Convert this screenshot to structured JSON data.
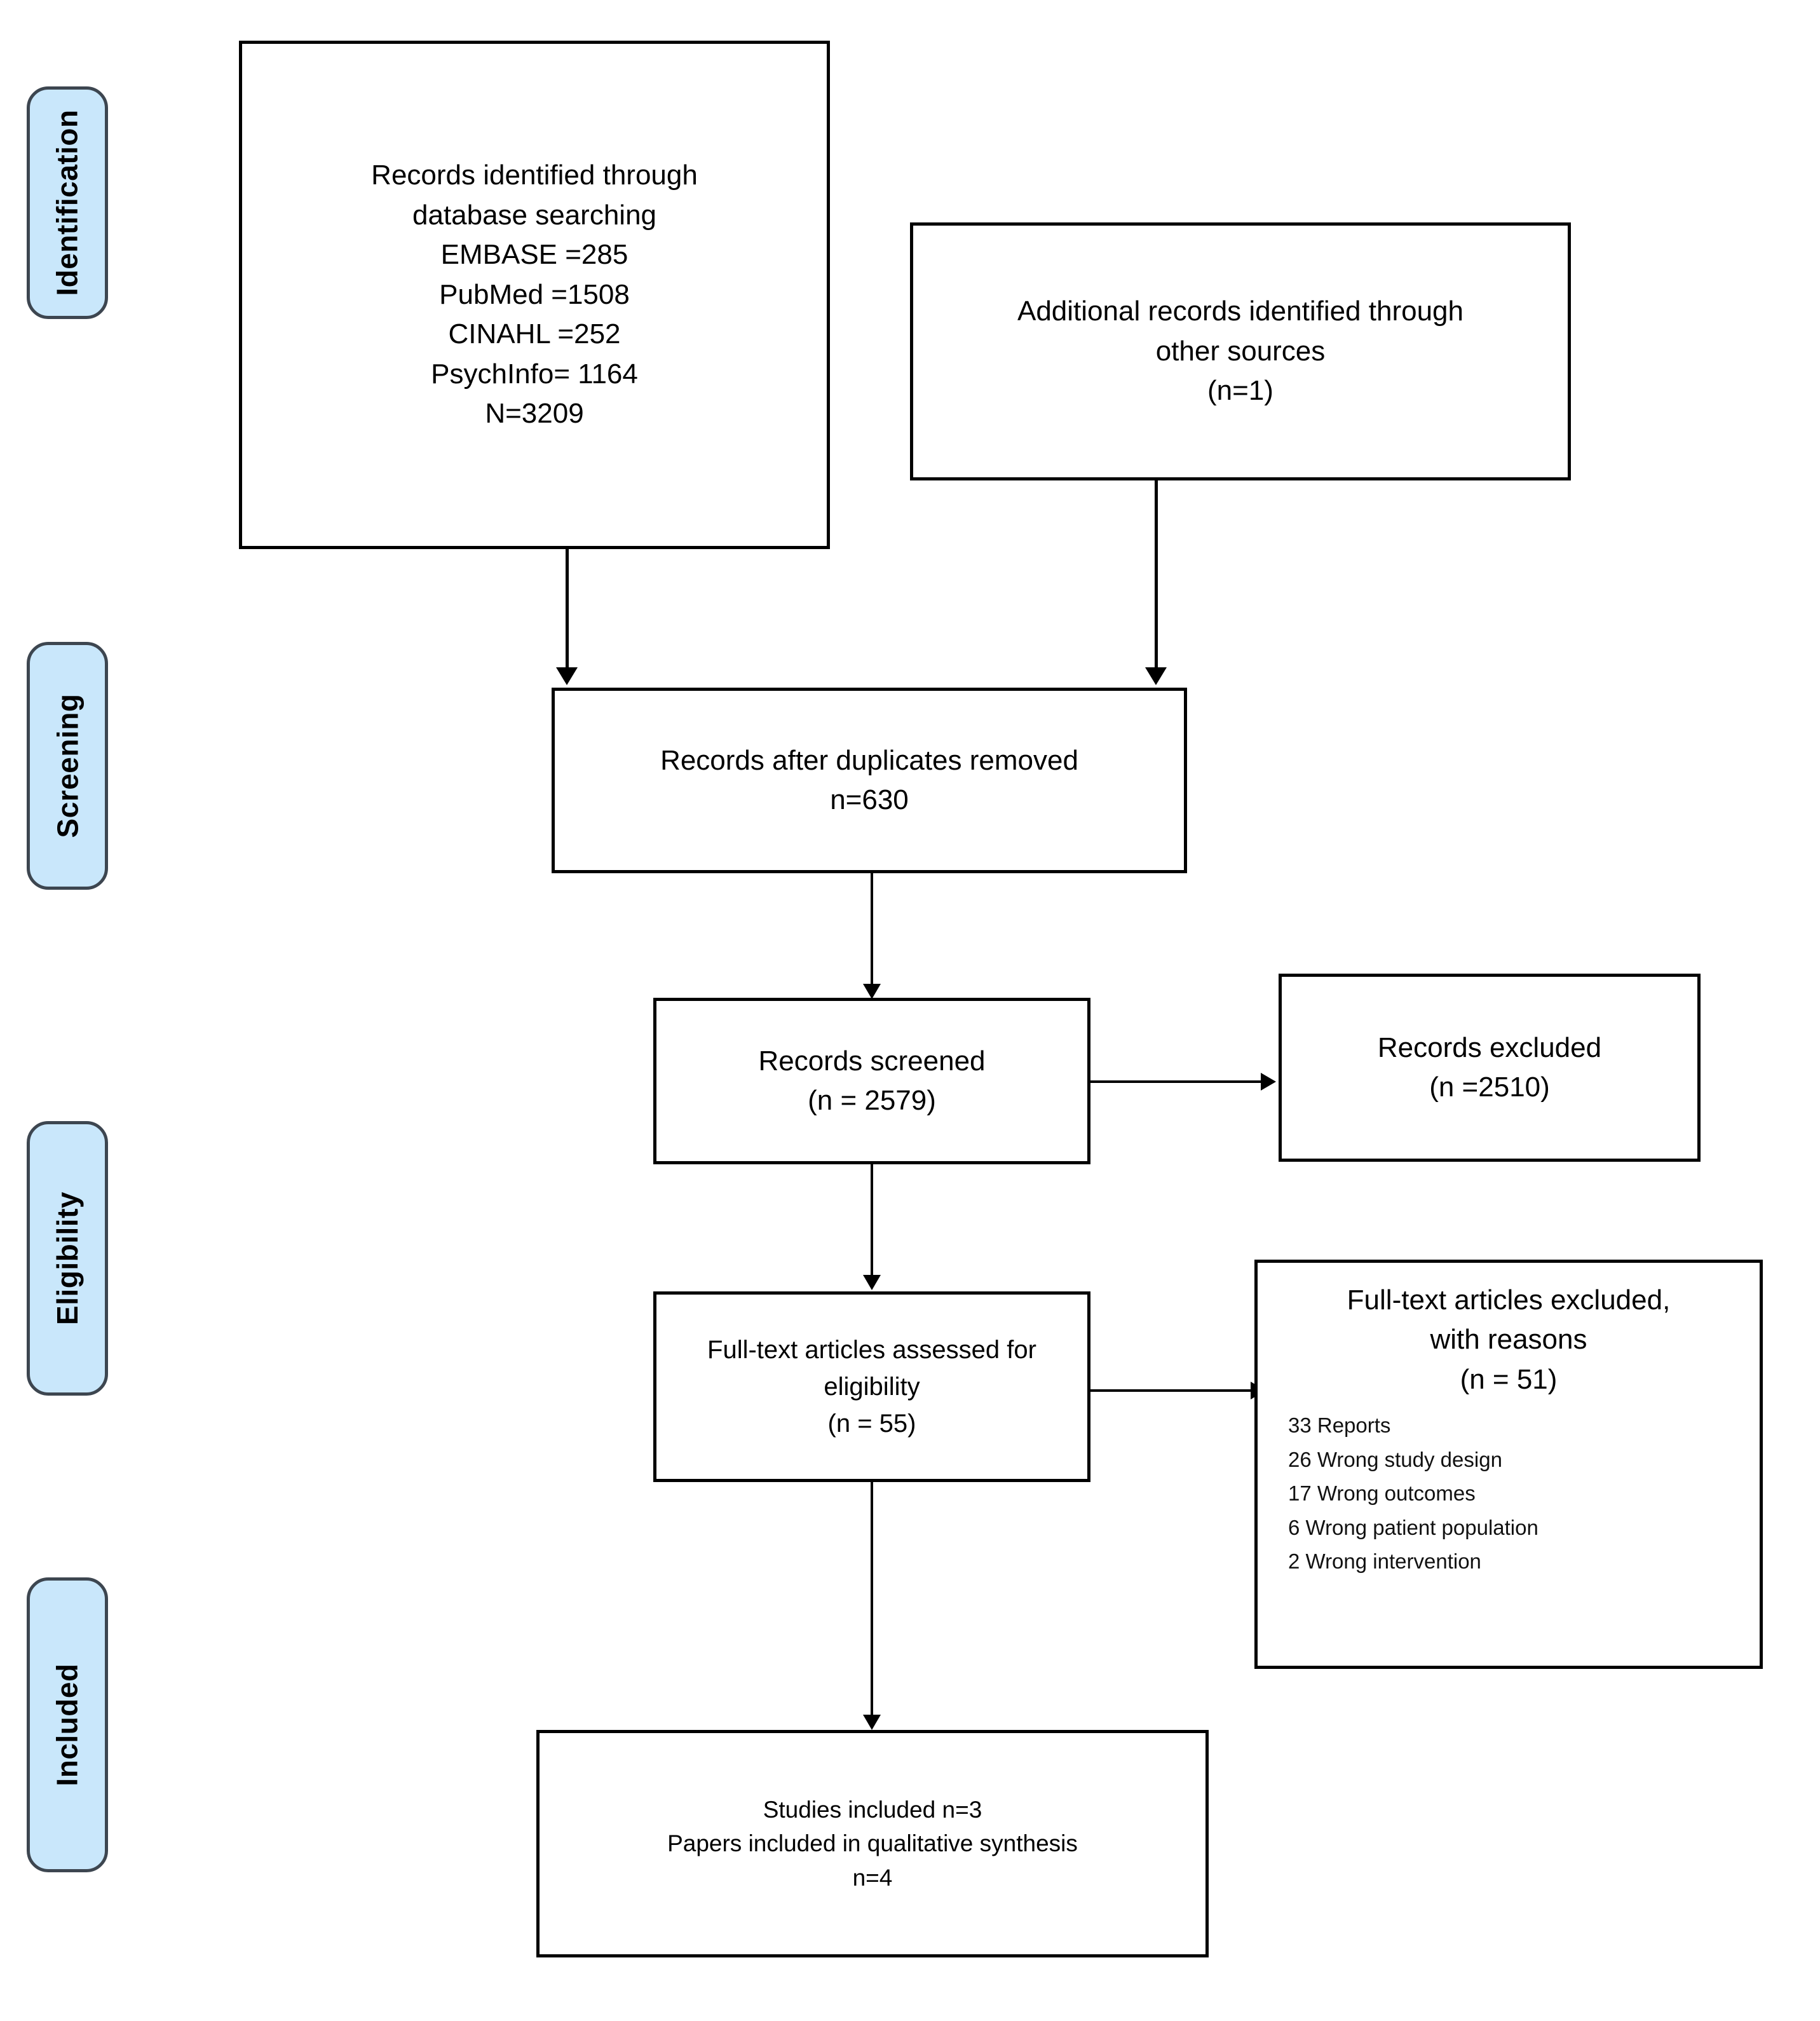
{
  "diagram": {
    "title": "PRISMA flow diagram",
    "type": "prisma-flow",
    "colors": {
      "stage_pill_fill": "#c9e7fb",
      "stage_pill_border": "#3d4650",
      "box_border": "#000000",
      "background": "#ffffff",
      "text": "#000000"
    }
  },
  "stages": [
    {
      "label": "Identification"
    },
    {
      "label": "Screening"
    },
    {
      "label": "Eligibility"
    },
    {
      "label": "Included"
    }
  ],
  "boxes": {
    "identified_database": {
      "lines": [
        "Records identified through",
        "database searching",
        "EMBASE =285",
        "PubMed =1508",
        "CINAHL =252",
        "PsychInfo= 1164",
        "N=3209"
      ]
    },
    "identified_other": {
      "lines": [
        "Additional records identified through",
        "other sources",
        "(n=1)"
      ]
    },
    "duplicates_removed": {
      "lines": [
        "Records after duplicates removed",
        "n=630"
      ]
    },
    "records_screened": {
      "lines": [
        "Records screened",
        "(n = 2579)"
      ]
    },
    "records_excluded": {
      "lines": [
        "Records excluded",
        "(n =2510)"
      ]
    },
    "fulltext_assessed": {
      "lines": [
        "Full-text articles assessed for",
        "eligibility",
        "(n = 55)"
      ]
    },
    "fulltext_excluded": {
      "lines": [
        "Full-text articles excluded,",
        "with reasons",
        "(n = 51)"
      ],
      "reasons": [
        "33 Reports",
        "26 Wrong study design",
        "17 Wrong outcomes",
        "6 Wrong patient population",
        "2 Wrong intervention"
      ]
    },
    "studies_included": {
      "lines": [
        "Studies included n=3",
        "Papers included in qualitative synthesis",
        "n=4"
      ]
    }
  },
  "chart_data": {
    "type": "diagram",
    "title": "PRISMA flow diagram",
    "nodes": [
      {
        "id": "identified_database",
        "stage": "Identification",
        "label": "Records identified through database searching",
        "n": 3209,
        "breakdown": {
          "EMBASE": 285,
          "PubMed": 1508,
          "CINAHL": 252,
          "PsychInfo": 1164
        }
      },
      {
        "id": "identified_other",
        "stage": "Identification",
        "label": "Additional records identified through other sources",
        "n": 1
      },
      {
        "id": "duplicates_removed",
        "stage": "Screening",
        "label": "Records after duplicates removed",
        "n": 630
      },
      {
        "id": "records_screened",
        "stage": "Screening",
        "label": "Records screened",
        "n": 2579
      },
      {
        "id": "records_excluded",
        "stage": "Screening",
        "label": "Records excluded",
        "n": 2510
      },
      {
        "id": "fulltext_assessed",
        "stage": "Eligibility",
        "label": "Full-text articles assessed for eligibility",
        "n": 55
      },
      {
        "id": "fulltext_excluded",
        "stage": "Eligibility",
        "label": "Full-text articles excluded, with reasons",
        "n": 51,
        "reasons": [
          {
            "count": 33,
            "reason": "Reports"
          },
          {
            "count": 26,
            "reason": "Wrong study design"
          },
          {
            "count": 17,
            "reason": "Wrong outcomes"
          },
          {
            "count": 6,
            "reason": "Wrong patient population"
          },
          {
            "count": 2,
            "reason": "Wrong intervention"
          }
        ]
      },
      {
        "id": "studies_included",
        "stage": "Included",
        "label": "Studies included / Papers included in qualitative synthesis",
        "studies_n": 3,
        "papers_n": 4
      }
    ],
    "edges": [
      {
        "from": "identified_database",
        "to": "duplicates_removed"
      },
      {
        "from": "identified_other",
        "to": "duplicates_removed"
      },
      {
        "from": "duplicates_removed",
        "to": "records_screened"
      },
      {
        "from": "records_screened",
        "to": "records_excluded"
      },
      {
        "from": "records_screened",
        "to": "fulltext_assessed"
      },
      {
        "from": "fulltext_assessed",
        "to": "fulltext_excluded"
      },
      {
        "from": "fulltext_assessed",
        "to": "studies_included"
      }
    ]
  }
}
